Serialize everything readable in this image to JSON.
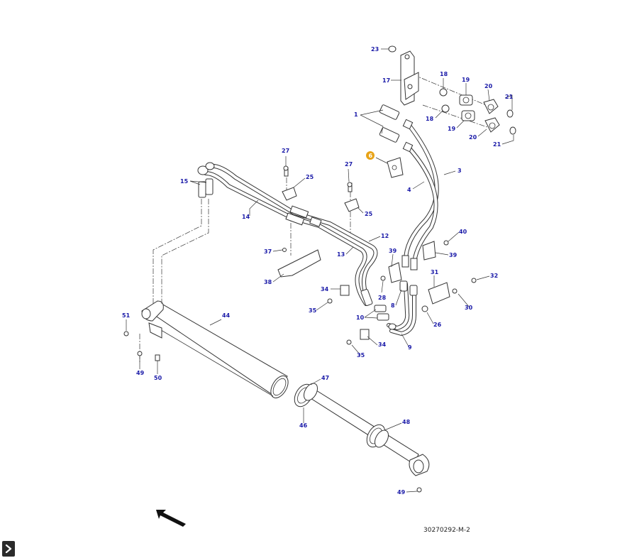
{
  "diagram": {
    "reference_code": "30270292-M-2",
    "highlight_color": "#e8a317",
    "label_color": "#1a1aa8",
    "callouts": [
      {
        "id": "c23",
        "text": "23"
      },
      {
        "id": "c17",
        "text": "17"
      },
      {
        "id": "c18a",
        "text": "18"
      },
      {
        "id": "c19a",
        "text": "19"
      },
      {
        "id": "c20a",
        "text": "20"
      },
      {
        "id": "c21a",
        "text": "21"
      },
      {
        "id": "c1",
        "text": "1"
      },
      {
        "id": "c18b",
        "text": "18"
      },
      {
        "id": "c19b",
        "text": "19"
      },
      {
        "id": "c20b",
        "text": "20"
      },
      {
        "id": "c21b",
        "text": "21"
      },
      {
        "id": "c6",
        "text": "6"
      },
      {
        "id": "c3",
        "text": "3"
      },
      {
        "id": "c4",
        "text": "4"
      },
      {
        "id": "c27a",
        "text": "27"
      },
      {
        "id": "c25a",
        "text": "25"
      },
      {
        "id": "c27b",
        "text": "27"
      },
      {
        "id": "c25b",
        "text": "25"
      },
      {
        "id": "c15",
        "text": "15"
      },
      {
        "id": "c14",
        "text": "14"
      },
      {
        "id": "c12",
        "text": "12"
      },
      {
        "id": "c13",
        "text": "13"
      },
      {
        "id": "c37",
        "text": "37"
      },
      {
        "id": "c38",
        "text": "38"
      },
      {
        "id": "c40",
        "text": "40"
      },
      {
        "id": "c39a",
        "text": "39"
      },
      {
        "id": "c39b",
        "text": "39"
      },
      {
        "id": "c31",
        "text": "31"
      },
      {
        "id": "c32",
        "text": "32"
      },
      {
        "id": "c34a",
        "text": "34"
      },
      {
        "id": "c28",
        "text": "28"
      },
      {
        "id": "c35a",
        "text": "35"
      },
      {
        "id": "c8",
        "text": "8"
      },
      {
        "id": "c30",
        "text": "30"
      },
      {
        "id": "c10",
        "text": "10"
      },
      {
        "id": "c26",
        "text": "26"
      },
      {
        "id": "c34b",
        "text": "34"
      },
      {
        "id": "c35b",
        "text": "35"
      },
      {
        "id": "c9",
        "text": "9"
      },
      {
        "id": "c51",
        "text": "51"
      },
      {
        "id": "c44",
        "text": "44"
      },
      {
        "id": "c49a",
        "text": "49"
      },
      {
        "id": "c50",
        "text": "50"
      },
      {
        "id": "c47",
        "text": "47"
      },
      {
        "id": "c46",
        "text": "46"
      },
      {
        "id": "c48",
        "text": "48"
      },
      {
        "id": "c49b",
        "text": "49"
      }
    ]
  },
  "controls": {
    "expand_icon": "chevron-right-icon"
  }
}
